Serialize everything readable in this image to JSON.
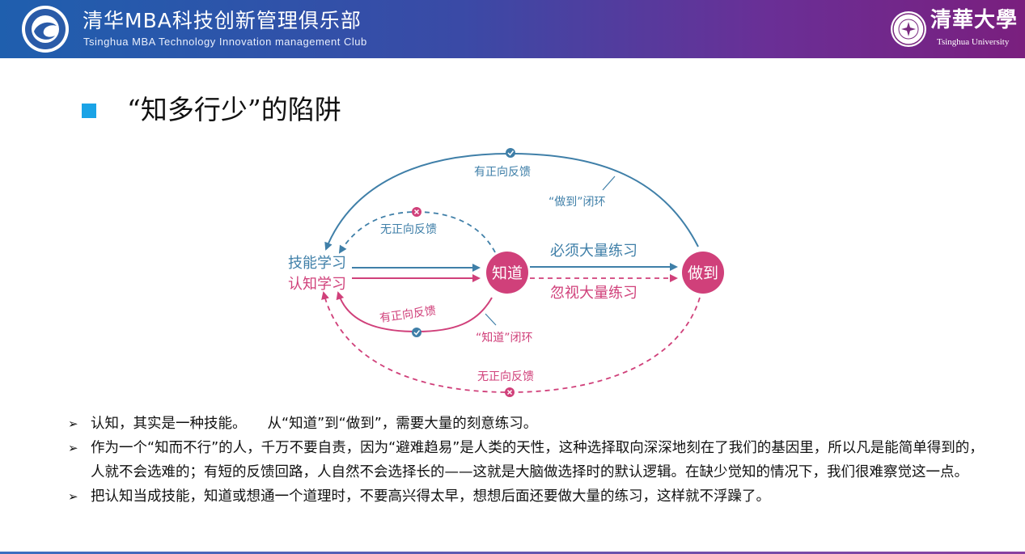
{
  "header": {
    "club_name": "清华MBA科技创新管理俱乐部",
    "club_name_en": "Tsinghua MBA Technology Innovation management Club",
    "university_name": "清華大學",
    "university_name_en": "Tsinghua University",
    "colors": {
      "start": "#1f5fae",
      "end": "#7a1f7e"
    }
  },
  "title": "“知多行少”的陷阱",
  "diagram": {
    "node_know": "知道",
    "node_do": "做到",
    "skill_learning": "技能学习",
    "cognitive_learning": "认知学习",
    "must_practice": "必须大量练习",
    "ignore_practice": "忽视大量练习",
    "positive_feedback_top": "有正向反馈",
    "do_loop": "“做到”闭环",
    "no_positive_feedback_inner": "无正向反馈",
    "positive_feedback_inner": "有正向反馈",
    "know_loop": "“知道”闭环",
    "no_positive_feedback_bottom": "无正向反馈",
    "colors": {
      "blue": "#3f7fa8",
      "pink": "#d0407a"
    }
  },
  "points": [
    {
      "lead": "认知，其实是一种技能。",
      "rest": "从“知道”到“做到”，需要大量的刻意练习。"
    },
    {
      "text": "作为一个“知而不行”的人，千万不要自责，因为“避难趋易”是人类的天性，这种选择取向深深地刻在了我们的基因里，所以凡是能简单得到的，人就不会选难的；有短的反馈回路，人自然不会选择长的——这就是大脑做选择时的默认逻辑。在缺少觉知的情况下，我们很难察觉这一点。"
    },
    {
      "text": "把认知当成技能，知道或想通一个道理时，不要高兴得太早，想想后面还要做大量的练习，这样就不浮躁了。"
    }
  ],
  "bullet_marker": "➢"
}
